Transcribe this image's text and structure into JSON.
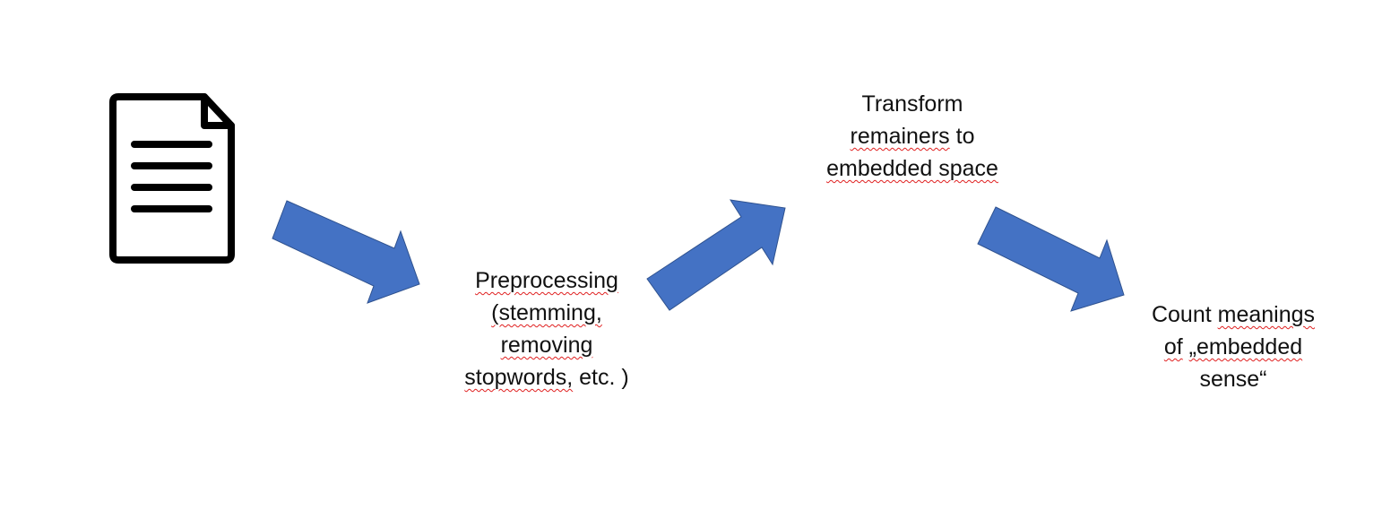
{
  "colors": {
    "arrow_fill": "#4472C4",
    "arrow_stroke": "#2F528F",
    "icon_stroke": "#000000",
    "spellcheck_underline": "#E02020"
  },
  "icons": {
    "document": "document-icon"
  },
  "steps": [
    {
      "id": "preprocessing",
      "lines": [
        [
          {
            "text": "Preprocessing",
            "squiggle": true
          }
        ],
        [
          {
            "text": "(stemming,",
            "squiggle": true
          }
        ],
        [
          {
            "text": "removing",
            "squiggle": true
          }
        ],
        [
          {
            "text": "stopwords,",
            "squiggle": true
          },
          {
            "text": " etc. )",
            "squiggle": false
          }
        ]
      ]
    },
    {
      "id": "transform",
      "lines": [
        [
          {
            "text": "Transform",
            "squiggle": false
          }
        ],
        [
          {
            "text": "remainers",
            "squiggle": true
          },
          {
            "text": " to",
            "squiggle": false
          }
        ],
        [
          {
            "text": "embedded space",
            "squiggle": true
          }
        ]
      ]
    },
    {
      "id": "count",
      "lines": [
        [
          {
            "text": "Count ",
            "squiggle": false
          },
          {
            "text": "meanings",
            "squiggle": true
          }
        ],
        [
          {
            "text": "of",
            "squiggle": true
          },
          {
            "text": " ",
            "squiggle": false
          },
          {
            "text": "„embedded",
            "squiggle": true
          }
        ],
        [
          {
            "text": "sense“",
            "squiggle": false
          }
        ]
      ]
    }
  ]
}
